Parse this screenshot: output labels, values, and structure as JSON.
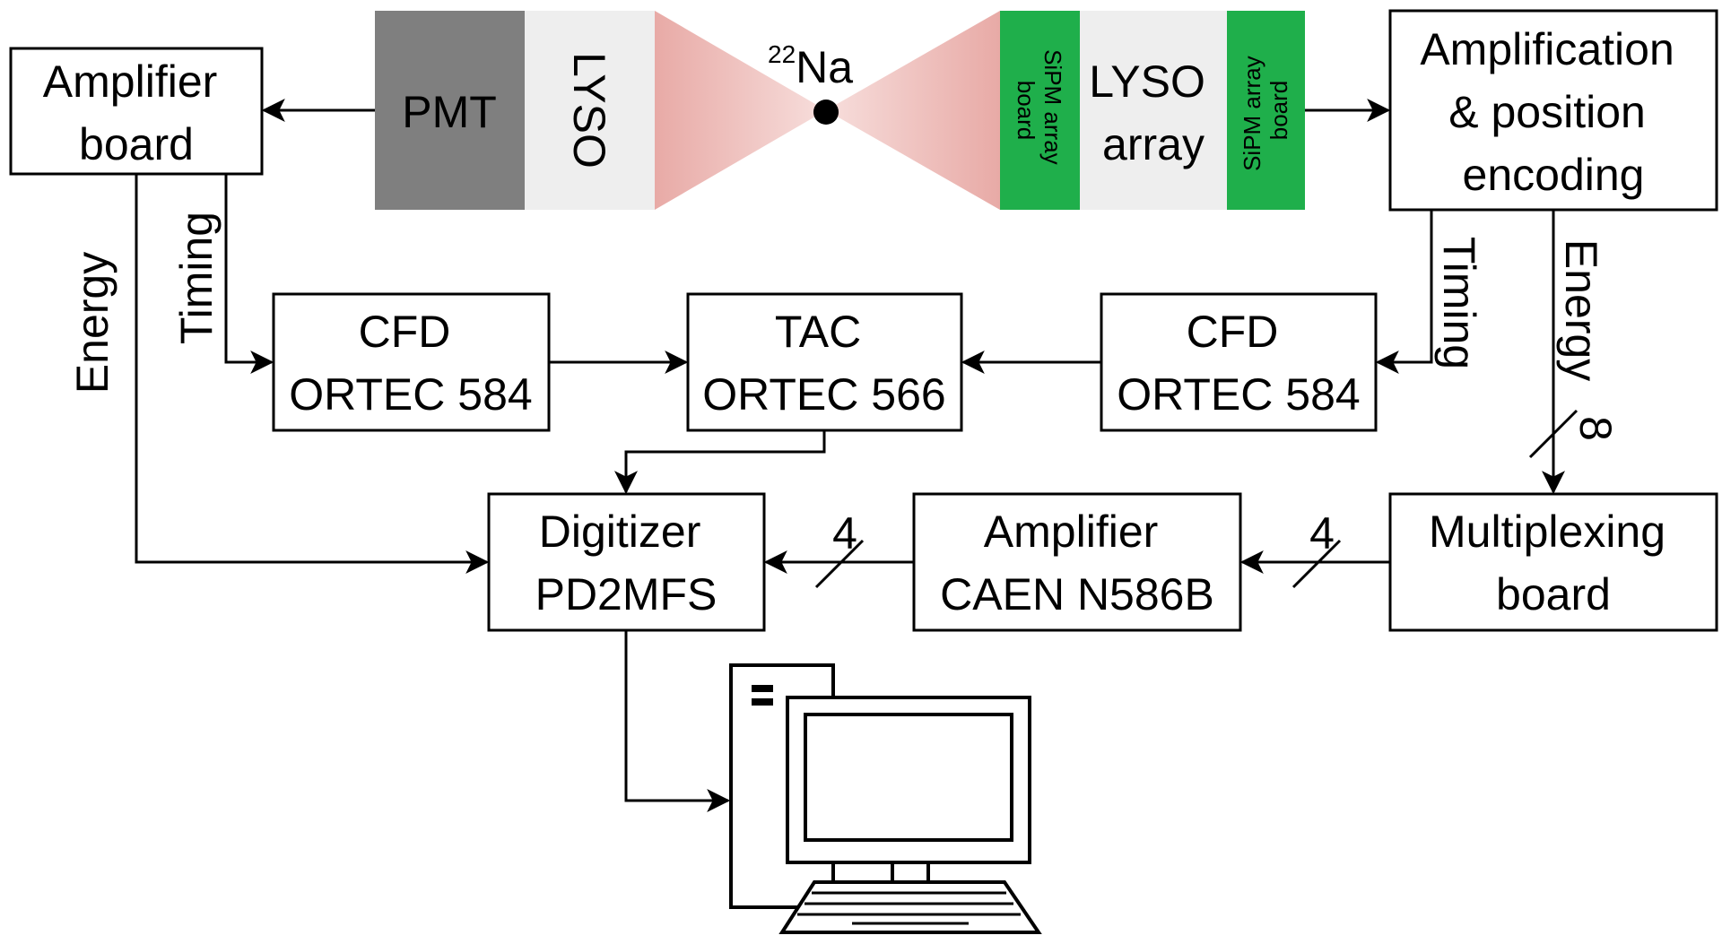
{
  "colors": {
    "pmt": "#7f7f7f",
    "lyso": "#eeeeee",
    "sipm": "#1faf4b",
    "beam": "#e8aaa6",
    "line": "#000000"
  },
  "source": {
    "mass_number": "22",
    "element": "Na"
  },
  "detector_left": {
    "pmt": "PMT",
    "crystal": "LYSO"
  },
  "detector_right": {
    "sipm_left": [
      "SiPM array",
      "board"
    ],
    "crystal": [
      "LYSO",
      "array"
    ],
    "sipm_right": [
      "SiPM array",
      "board"
    ]
  },
  "blocks": {
    "amplifier_board": [
      "Amplifier",
      "board"
    ],
    "amplification": [
      "Amplification",
      "& position",
      "encoding"
    ],
    "cfd_left": [
      "CFD",
      "ORTEC 584"
    ],
    "tac": [
      "TAC",
      "ORTEC 566"
    ],
    "cfd_right": [
      "CFD",
      "ORTEC 584"
    ],
    "digitizer": [
      "Digitizer",
      "PD2MFS"
    ],
    "amplifier_caen": [
      "Amplifier",
      "CAEN N586B"
    ],
    "multiplexing": [
      "Multiplexing",
      "board"
    ]
  },
  "signals": {
    "energy_left": "Energy",
    "timing_left": "Timing",
    "timing_right": "Timing",
    "energy_right": "Energy",
    "bus_8": "8",
    "bus_4_right": "4",
    "bus_4_left": "4"
  },
  "icons": {
    "computer": "desktop-computer-icon"
  }
}
